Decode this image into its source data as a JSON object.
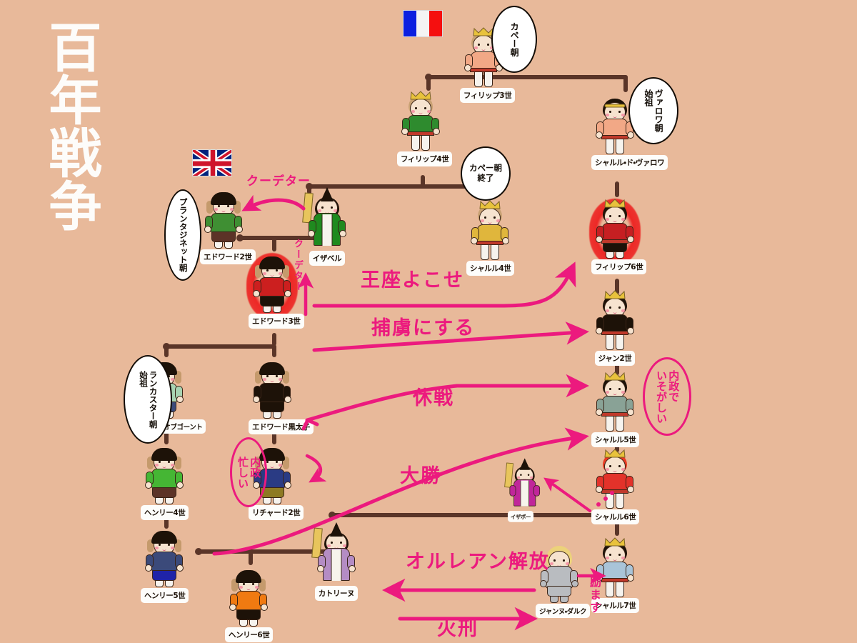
{
  "page": {
    "title": "百年戦争",
    "background_color": "#e8b99a",
    "ink_color": "#ec1a7e",
    "line_color": "#5a3528"
  },
  "flags": [
    {
      "name": "france-flag",
      "label": "フランス国旗",
      "colors": [
        "#0b1fe0",
        "#f4f4f4",
        "#f50f0f"
      ]
    },
    {
      "name": "uk-flag",
      "label": "イギリス国旗",
      "colors": [
        "#00247d",
        "#ffffff",
        "#cf142b"
      ]
    }
  ],
  "figures": {
    "philippe3": {
      "name": "フィリップ3世"
    },
    "philippe4": {
      "name": "フィリップ4世"
    },
    "charles_valois": {
      "name": "シャルル・ド・ヴァロワ"
    },
    "charles4": {
      "name": "シャルル4世"
    },
    "philippe6": {
      "name": "フィリップ6世"
    },
    "jean2": {
      "name": "ジャン2世"
    },
    "charles5": {
      "name": "シャルル5世"
    },
    "charles6": {
      "name": "シャルル6世"
    },
    "charles7": {
      "name": "シャルル7世"
    },
    "isabeau": {
      "name": "イザボー"
    },
    "jeanne": {
      "name": "ジャンヌ・ダルク"
    },
    "edward2": {
      "name": "エドワード2世"
    },
    "isabel": {
      "name": "イザベル"
    },
    "edward3": {
      "name": "エドワード3世"
    },
    "john_gaunt": {
      "name": "ジョンオブゴーント"
    },
    "black_prince": {
      "name": "エドワード黒太子"
    },
    "henry4": {
      "name": "ヘンリー4世"
    },
    "richard2": {
      "name": "リチャード2世"
    },
    "henry5": {
      "name": "ヘンリー5世"
    },
    "henry6": {
      "name": "ヘンリー6世"
    },
    "catherine": {
      "name": "カトリーヌ"
    }
  },
  "bubbles": {
    "capet": "カペー朝",
    "capet_end": "カペー朝\n終了",
    "valois_founder": "ヴァロワ朝\n始祖",
    "plantagenet": "プランタジネット朝",
    "lancaster_founder": "ランカスター朝\n始祖"
  },
  "annotations": {
    "coup_top": "クーデター",
    "coup_side": "クーデター",
    "throne": "王座よこせ",
    "capture": "捕虜にする",
    "truce": "休戦",
    "great_victory": "大勝",
    "domestic_busy_fr": "内政で\nいそがしい",
    "domestic_busy_en": "内政\n忙しい",
    "orleans": "オルレアン解放",
    "burning": "火刑",
    "encourage": "励ます"
  }
}
